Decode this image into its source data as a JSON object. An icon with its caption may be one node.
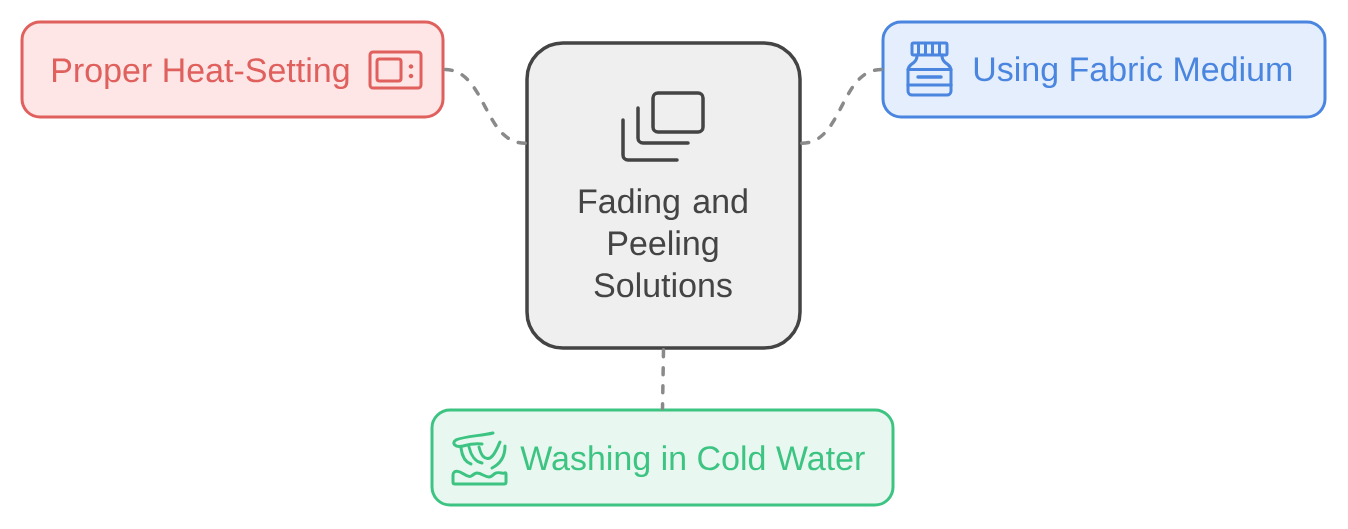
{
  "diagram": {
    "nodes": [
      {
        "text": [
          "Proper Heat-Setting"
        ]
      },
      {
        "text": [
          "Fading and Peeling Solutions"
        ]
      },
      {
        "text": [
          "Using Fabric Medium"
        ]
      },
      {
        "text": [
          "Washing in Cold Water"
        ]
      }
    ],
    "edges": [
      {
        "from": 1,
        "to": 0,
        "arrow": "none",
        "style": "dashed"
      },
      {
        "from": 1,
        "to": 2,
        "arrow": "none",
        "style": "dashed"
      },
      {
        "from": 1,
        "to": 3,
        "arrow": "none",
        "style": "dashed"
      }
    ]
  }
}
